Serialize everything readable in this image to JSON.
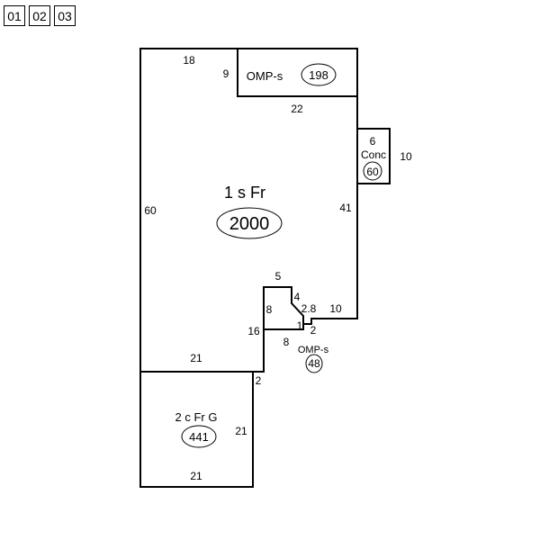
{
  "tabs": [
    "01",
    "02",
    "03"
  ],
  "main_dwelling": {
    "label": "1 s Fr",
    "area": "2000",
    "dimensions": {
      "top": "18",
      "left": "60",
      "right": "41",
      "notch_top": "5",
      "notch_left": "8",
      "notch_diag": "4",
      "notch_step": "2.8",
      "bottom_right": "10",
      "bottom_offset": "16",
      "step_small": "1",
      "bottom_left": "21",
      "connector": "2"
    }
  },
  "porch_top": {
    "label": "OMP-s",
    "area": "198",
    "dim_left": "9",
    "dim_bottom": "22"
  },
  "concrete_pad": {
    "dim_top": "6",
    "label": "Conc",
    "area": "60",
    "dim_right": "10"
  },
  "porch_bottom": {
    "dim_left": "8",
    "dim_right": "2",
    "label": "OMP-s",
    "area": "48"
  },
  "garage": {
    "label": "2 c Fr G",
    "area": "441",
    "dim_right": "21",
    "dim_bottom": "21"
  },
  "colors": {
    "line": "#000000",
    "background": "#ffffff"
  }
}
